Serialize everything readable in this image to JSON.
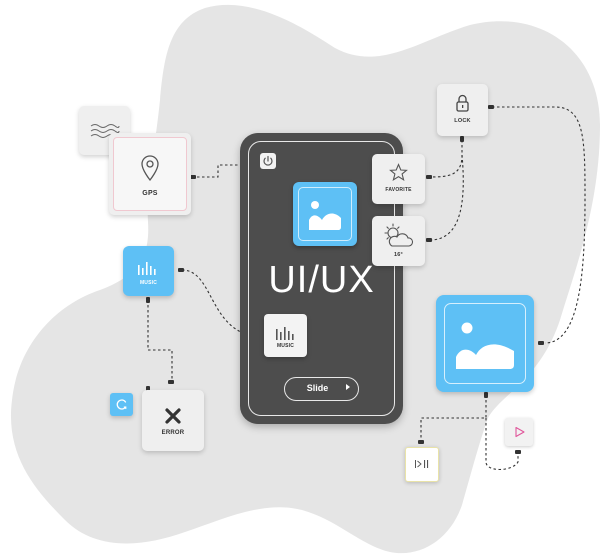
{
  "colors": {
    "blob": "#e5e5e5",
    "phone_body": "#4d4d4d",
    "accent_blue": "#5ec0f5",
    "tile_bg": "#efefef",
    "connector": "#333333"
  },
  "phone": {
    "title": "UI/UX",
    "slide_button_label": "Slide",
    "power_icon": "power-icon"
  },
  "tiles": {
    "gps": {
      "label": "GPS",
      "icon": "map-pin-icon"
    },
    "waves": {
      "icon": "waves-icon"
    },
    "lock": {
      "label": "LOCK",
      "icon": "lock-icon"
    },
    "favorite": {
      "label": "FAVORITE",
      "icon": "star-icon"
    },
    "weather": {
      "label": "16°",
      "icon": "weather-icon"
    },
    "music_blue": {
      "label": "MUSIC",
      "icon": "equalizer-icon"
    },
    "music_phone": {
      "label": "MUSIC",
      "icon": "equalizer-icon"
    },
    "error": {
      "label": "ERROR",
      "icon": "close-icon"
    },
    "refresh": {
      "icon": "refresh-icon"
    },
    "player": {
      "icon": "play-pause-icon"
    },
    "play": {
      "icon": "play-icon"
    },
    "image_large": {
      "icon": "image-icon"
    },
    "image_phone": {
      "icon": "image-icon"
    }
  }
}
